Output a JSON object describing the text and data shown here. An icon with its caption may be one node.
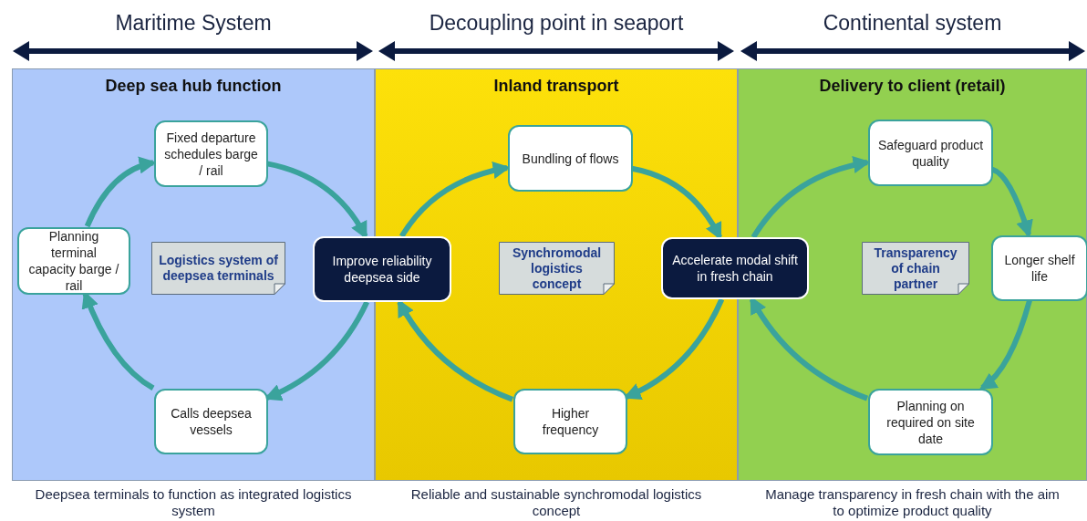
{
  "diagram": {
    "nodes": [
      {
        "text": [
          "Deep sea hub function"
        ]
      },
      {
        "text": [
          "Fixed departure schedules barge / rail"
        ],
        "in": 0
      },
      {
        "text": [
          "Planning terminal capacity barge / rail"
        ],
        "in": 0
      },
      {
        "text": [
          "Logistics system of deepsea terminals"
        ],
        "in": 0
      },
      {
        "text": [
          "Calls deepsea vessels"
        ],
        "in": 0
      },
      {
        "text": [
          "Improve reliability deepsea side"
        ]
      },
      {
        "text": [
          "Inland transport"
        ]
      },
      {
        "text": [
          "Bundling of flows"
        ],
        "in": 6
      },
      {
        "text": [
          "Synchromodal logistics concept"
        ],
        "in": 6
      },
      {
        "text": [
          "Higher frequency"
        ],
        "in": 6
      },
      {
        "text": [
          "Accelerate modal shift in fresh chain"
        ]
      },
      {
        "text": [
          "Delivery to client (retail)"
        ]
      },
      {
        "text": [
          "Safeguard product quality"
        ],
        "in": 11
      },
      {
        "text": [
          "Transparency of chain partner"
        ],
        "in": 11
      },
      {
        "text": [
          "Longer shelf life"
        ],
        "in": 11
      },
      {
        "text": [
          "Planning on required on site date"
        ],
        "in": 11
      }
    ],
    "edges": [
      {
        "from": 2,
        "to": 1,
        "arrow": "to"
      },
      {
        "from": 1,
        "to": 5,
        "arrow": "to"
      },
      {
        "from": 5,
        "to": 4,
        "arrow": "to"
      },
      {
        "from": 4,
        "to": 2,
        "arrow": "to"
      },
      {
        "from": 5,
        "to": 7,
        "arrow": "to"
      },
      {
        "from": 7,
        "to": 10,
        "arrow": "to"
      },
      {
        "from": 10,
        "to": 9,
        "arrow": "to"
      },
      {
        "from": 9,
        "to": 5,
        "arrow": "to"
      },
      {
        "from": 10,
        "to": 12,
        "arrow": "to"
      },
      {
        "from": 12,
        "to": 14,
        "arrow": "to"
      },
      {
        "from": 14,
        "to": 15,
        "arrow": "to"
      },
      {
        "from": 15,
        "to": 10,
        "arrow": "to"
      }
    ],
    "labels": [
      "Maritime System",
      "Decoupling point in seaport",
      "Continental system",
      "Deepsea terminals to function as integrated logistics system",
      "Reliable and sustainable synchromodal logistics concept",
      "Manage transparency in fresh chain with the aim to optimize product quality"
    ]
  }
}
